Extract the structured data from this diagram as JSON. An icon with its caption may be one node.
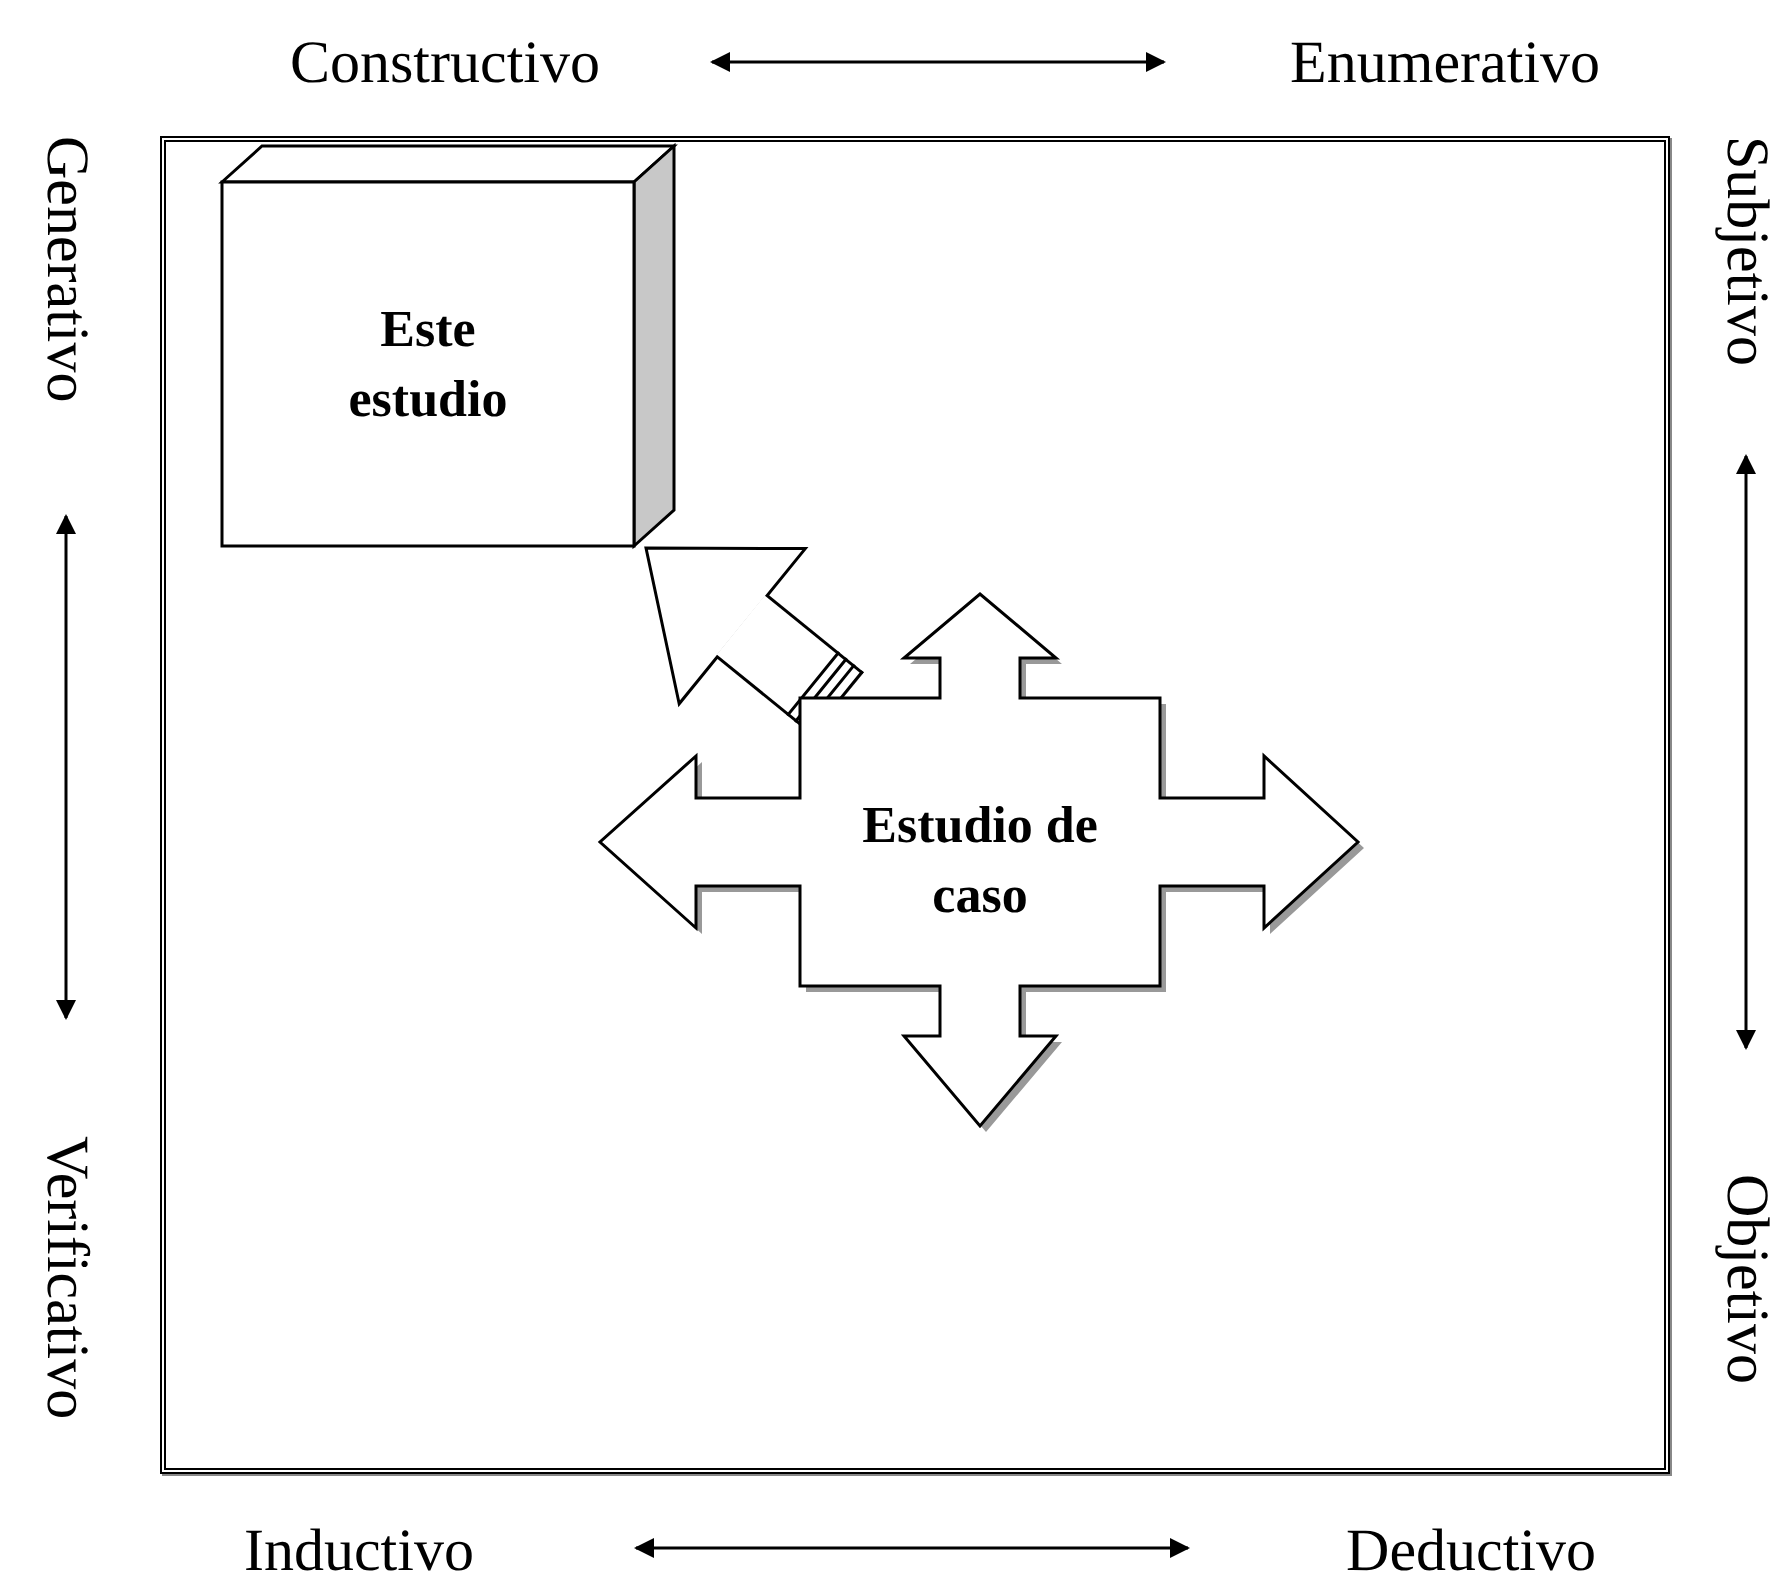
{
  "diagram": {
    "nodes": [
      {
        "text": [],
        "shape": "box"
      },
      {
        "text": [
          "Este estudio"
        ],
        "in": 0
      },
      {
        "text": [
          "Estudio de caso"
        ],
        "in": 0
      },
      {
        "text": [
          "Constructivo"
        ]
      },
      {
        "text": [
          "Enumerativo"
        ]
      },
      {
        "text": [
          "Generativo"
        ]
      },
      {
        "text": [
          "Verificativo"
        ]
      },
      {
        "text": [
          "Subjetivo"
        ]
      },
      {
        "text": [
          "Objetivo"
        ]
      },
      {
        "text": [
          "Inductivo"
        ]
      },
      {
        "text": [
          "Deductivo"
        ]
      }
    ],
    "edges": [
      {
        "from": 2,
        "to": 1,
        "arrow": "to",
        "style": "thick"
      },
      {
        "from": 3,
        "to": 4,
        "arrow": "both"
      },
      {
        "from": 5,
        "to": 6,
        "arrow": "both"
      },
      {
        "from": 7,
        "to": 8,
        "arrow": "both"
      },
      {
        "from": 9,
        "to": 10,
        "arrow": "both"
      }
    ]
  }
}
